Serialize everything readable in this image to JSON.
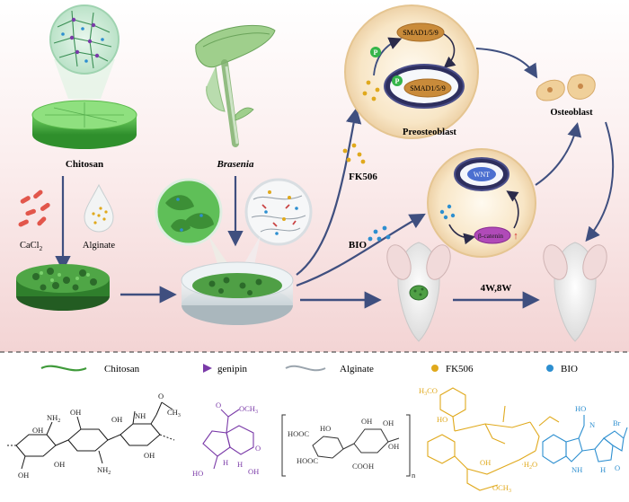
{
  "labels": {
    "chitosan": "Chitosan",
    "cacl2": "CaCl",
    "cacl2_sub": "2",
    "alginate": "Alginate",
    "brasenia": "Brasenia",
    "fk506": "FK506",
    "bio": "BIO",
    "smad_top": "SMAD1/5/9",
    "smad_bottom": "SMAD1/5/9",
    "p": "P",
    "preosteoblast": "Preosteoblast",
    "osteoblast": "Osteoblast",
    "wnt": "WNT",
    "beta_catenin": "β-catenin",
    "up_arrow": "↑",
    "timepoints": "4W,8W"
  },
  "legend": {
    "chitosan": "Chitosan",
    "genipin": "genipin",
    "alginate": "Alginate",
    "fk506": "FK506",
    "bio": "BIO"
  },
  "chem": {
    "nh2_a": "NH",
    "nh2_a_sub": "2",
    "nh2_b": "NH",
    "nh2_b_sub": "2",
    "nh": "NH",
    "oh1": "OH",
    "oh2": "OH",
    "oh3": "OH",
    "oh4": "OH",
    "oh5": "OH",
    "oh6": "OH",
    "o_label": "O",
    "ch3": "CH",
    "ch3_sub": "3",
    "gen_o": "O",
    "gen_och3": "OCH",
    "gen_och3_sub": "3",
    "gen_ho": "HO",
    "gen_h1": "H",
    "gen_h2": "H",
    "gen_o2": "O",
    "gen_oh": "OH",
    "alg_cooh1": "HOOC",
    "alg_cooh2": "HOOC",
    "alg_cooh3": "COOH",
    "alg_oh1": "OH",
    "alg_oh2": "OH",
    "alg_oh3": "OH",
    "alg_ho": "HO",
    "alg_n": "n",
    "fk_h3co": "H",
    "fk_h3co_sub": "3",
    "fk_h3co_tail": "CO",
    "fk_ho": "HO",
    "fk_h2o": "·H",
    "fk_h2o_sub": "2",
    "fk_h2o_tail": "O",
    "fk_oh": "OH",
    "fk_och3": "OCH",
    "fk_och3_sub": "3",
    "bio_ho": "HO",
    "bio_n": "N",
    "bio_br": "Br",
    "bio_nh": "NH",
    "bio_hn": "H",
    "bio_o": "O"
  },
  "colors": {
    "green": "#3f9a3a",
    "dark_green": "#2c6b2a",
    "chitosan_chem": "#1a1a1a",
    "genipin": "#7a3aa8",
    "alginate_chem": "#333333",
    "fk506": "#e0a91c",
    "bio": "#2d8fd0",
    "arrow": "#4a5a8a",
    "cell": "#f3dfb8",
    "bg_pink": "#f7dede"
  }
}
